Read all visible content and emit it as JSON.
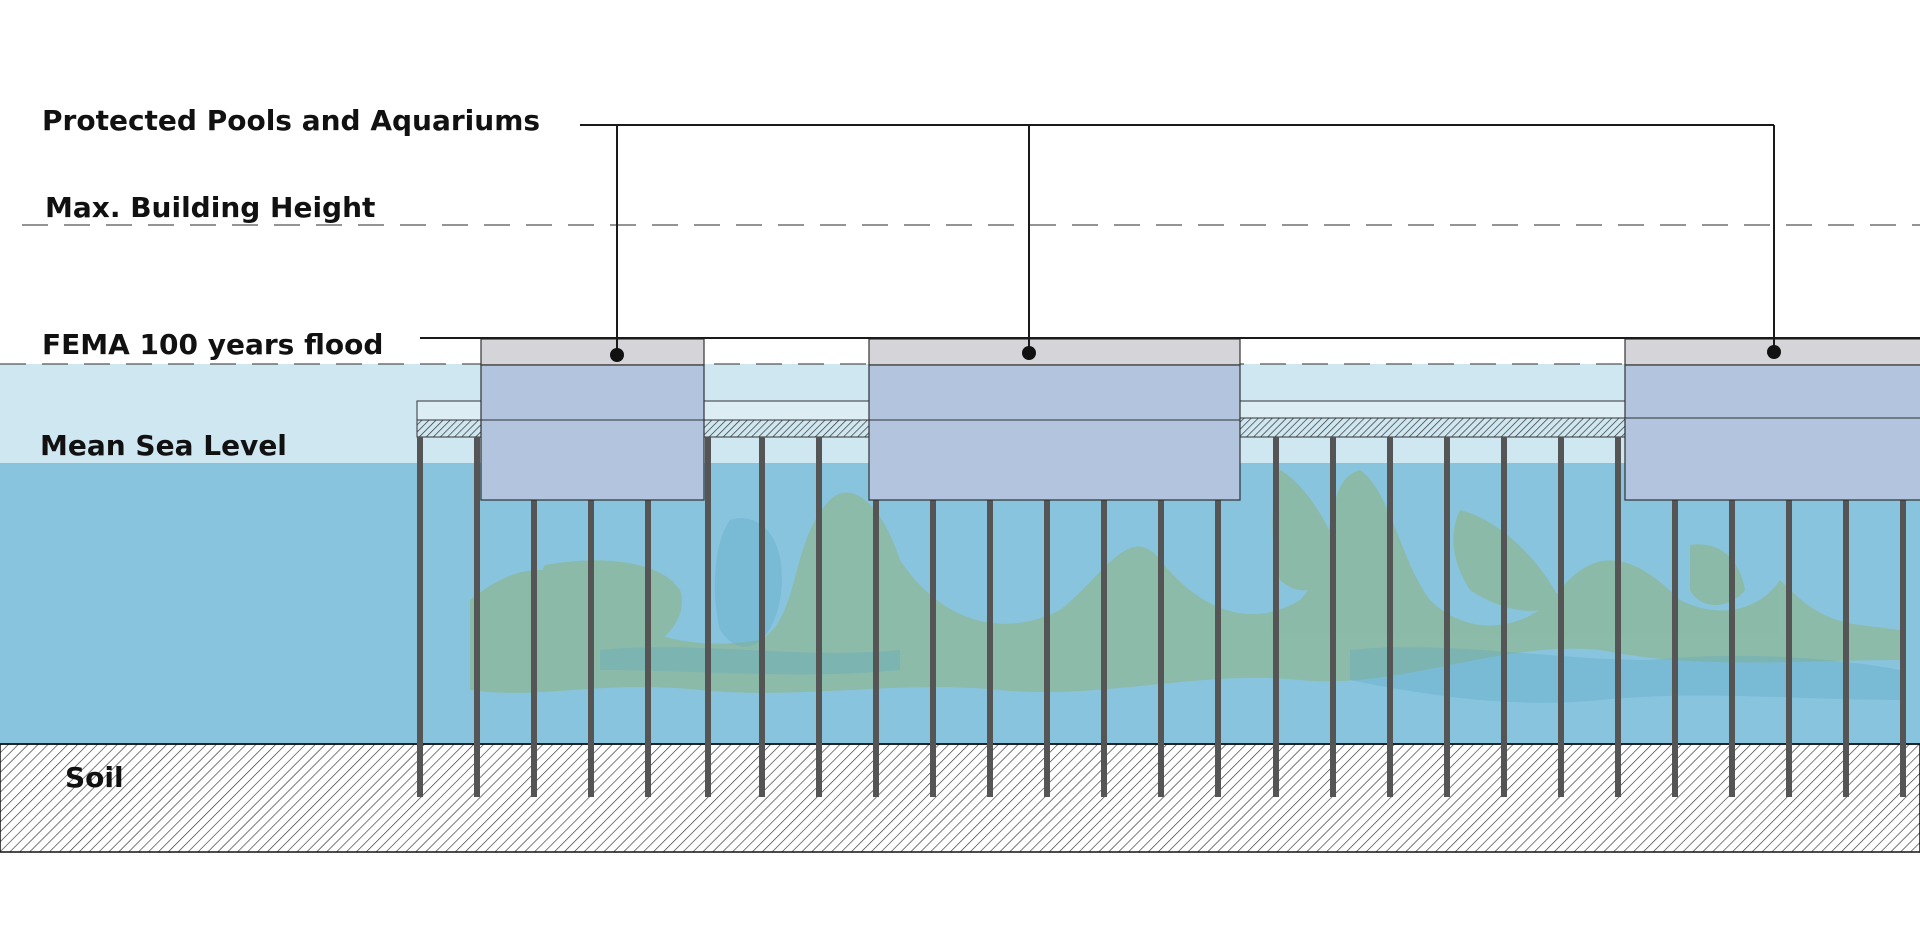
{
  "labels": {
    "protected_pools": "Protected Pools and Aquariums",
    "max_building_height": "Max. Building Height",
    "fema_flood": "FEMA 100 years flood",
    "mean_sea_level": "Mean Sea Level",
    "soil": "Soil"
  },
  "colors": {
    "flood_zone": "#cfe7f0",
    "sea": "#88c4de",
    "kelp": "#8db897",
    "module_top": "#d5d4d9",
    "module_body": "#b2c4de",
    "pile": "#555555",
    "deck": "#606060",
    "line": "#1a1a1a",
    "dashed_line": "#555555",
    "soil_hatch": "#333333"
  }
}
